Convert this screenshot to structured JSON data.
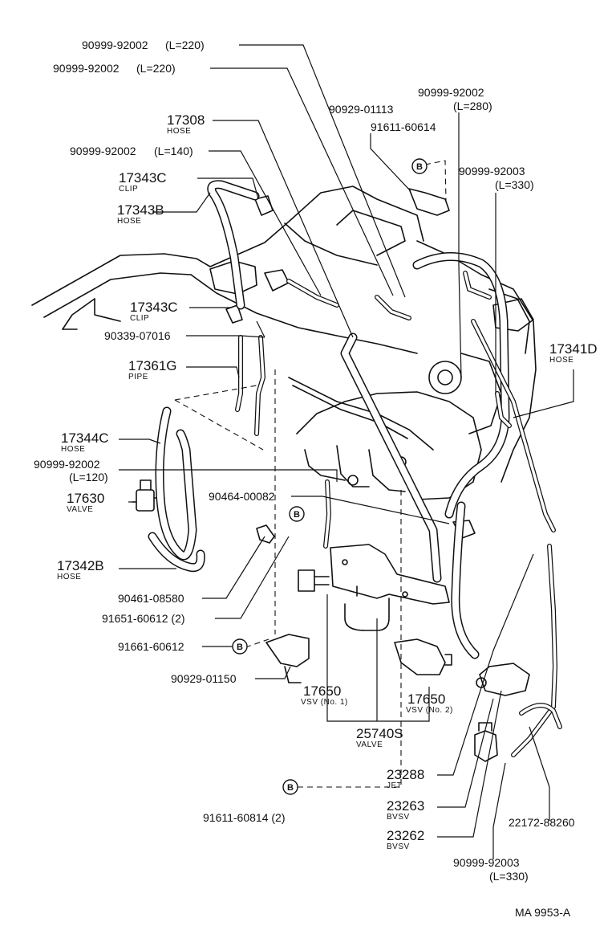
{
  "callouts": {
    "c1": {
      "part": "90999-92002",
      "spec": "(L=220)"
    },
    "c2": {
      "part": "90999-92002",
      "spec": "(L=220)"
    },
    "c3": {
      "part": "90929-01113"
    },
    "c4": {
      "part": "90999-92002",
      "spec": "(L=280)"
    },
    "c5": {
      "part": "17308",
      "desc": "HOSE"
    },
    "c6": {
      "part": "91611-60614"
    },
    "c7": {
      "part": "90999-92002",
      "spec": "(L=140)"
    },
    "c8": {
      "part": "90999-92003",
      "spec": "(L=330)"
    },
    "c9": {
      "part": "17343C",
      "desc": "CLIP"
    },
    "c10": {
      "part": "17343B",
      "desc": "HOSE"
    },
    "c11": {
      "part": "17343C",
      "desc": "CLIP"
    },
    "c12": {
      "part": "90339-07016"
    },
    "c13": {
      "part": "17341D",
      "desc": "HOSE"
    },
    "c14": {
      "part": "17361G",
      "desc": "PIPE"
    },
    "c15": {
      "part": "17344C",
      "desc": "HOSE"
    },
    "c16": {
      "part": "90999-92002",
      "spec": "(L=120)"
    },
    "c17": {
      "part": "17630",
      "desc": "VALVE"
    },
    "c18": {
      "part": "90464-00082"
    },
    "c19": {
      "part": "17342B",
      "desc": "HOSE"
    },
    "c20": {
      "part": "90461-08580"
    },
    "c21": {
      "part": "91651-60612 (2)"
    },
    "c22": {
      "part": "91661-60612"
    },
    "c23": {
      "part": "90929-01150"
    },
    "c24": {
      "part": "17650",
      "desc": "VSV (No. 1)"
    },
    "c25": {
      "part": "17650",
      "desc": "VSV (No. 2)"
    },
    "c26": {
      "part": "25740S",
      "desc": "VALVE"
    },
    "c27": {
      "part": "23288",
      "desc": "JET"
    },
    "c28": {
      "part": "23263",
      "desc": "BVSV"
    },
    "c29": {
      "part": "22172-88260"
    },
    "c30": {
      "part": "23262",
      "desc": "BVSV"
    },
    "c31": {
      "part": "90999-92003",
      "spec": "(L=330)"
    },
    "c32": {
      "part": "91611-60814 (2)"
    }
  },
  "markers": {
    "b": "B"
  },
  "figure_id": "MA 9953-A"
}
